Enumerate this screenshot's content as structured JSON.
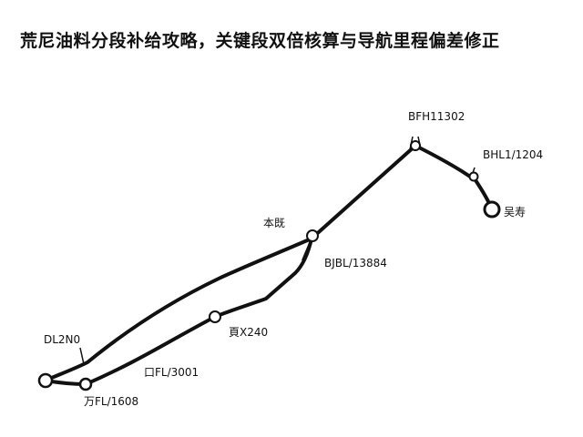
{
  "title": "荒尼油料分段补给攻略，关键段双倍核算与导航里程偏差修正",
  "colors": {
    "route": "#111111",
    "node_fill": "#ffffff",
    "background": "#ffffff"
  },
  "waypoints": [
    {
      "id": "bfh",
      "label": "BFH11302",
      "icon": "fork-marker-icon"
    },
    {
      "id": "bhl",
      "label": "BHL1/1204",
      "icon": "tick-marker-icon"
    },
    {
      "id": "end",
      "label": "吴寿",
      "icon": "end-circle-icon"
    },
    {
      "id": "mid",
      "label": "本既",
      "icon": "node-circle-icon"
    },
    {
      "id": "bjb",
      "label": "BJBL/13884",
      "icon": "none"
    },
    {
      "id": "x240",
      "label": "頁X240",
      "icon": "node-circle-icon"
    },
    {
      "id": "dl2n0",
      "label": "DL2N0",
      "icon": "tick-marker-icon"
    },
    {
      "id": "start",
      "label": "",
      "icon": "start-circle-icon"
    },
    {
      "id": "cfl",
      "label": "口FL/3001",
      "icon": "none"
    },
    {
      "id": "wfl",
      "label": "万FL/1608",
      "icon": "node-circle-icon"
    }
  ]
}
